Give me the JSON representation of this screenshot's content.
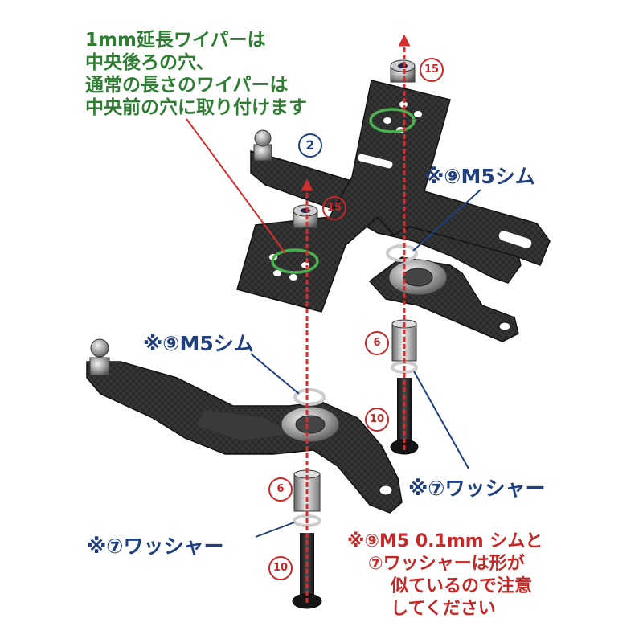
{
  "notes": {
    "top_lines": [
      "1mm延長ワイパーは",
      "中央後ろの穴、",
      "通常の長さのワイパーは",
      "中央前の穴に取り付けます"
    ],
    "shim_right": "※⑨M5シム",
    "shim_left": "※⑨M5シム",
    "washer_right": "※⑦ワッシャー",
    "washer_left": "※⑦ワッシャー",
    "caution_lines": [
      "※⑨M5 0.1mm シムと",
      "⑦ワッシャーは形が",
      "似ているので注意",
      "してください"
    ]
  },
  "callouts": {
    "n15_top": "15",
    "n15_mid": "15",
    "n2": "2",
    "n6_right": "6",
    "n10_right": "10",
    "n6_left": "6",
    "n10_left": "10"
  },
  "colors": {
    "green_text": "#2e7d32",
    "blue_text": "#1f3f7f",
    "red_text": "#c62828",
    "arrow": "#d32f2f",
    "highlight_ring": "#4caf50",
    "carbon": "#2b2b2b"
  }
}
